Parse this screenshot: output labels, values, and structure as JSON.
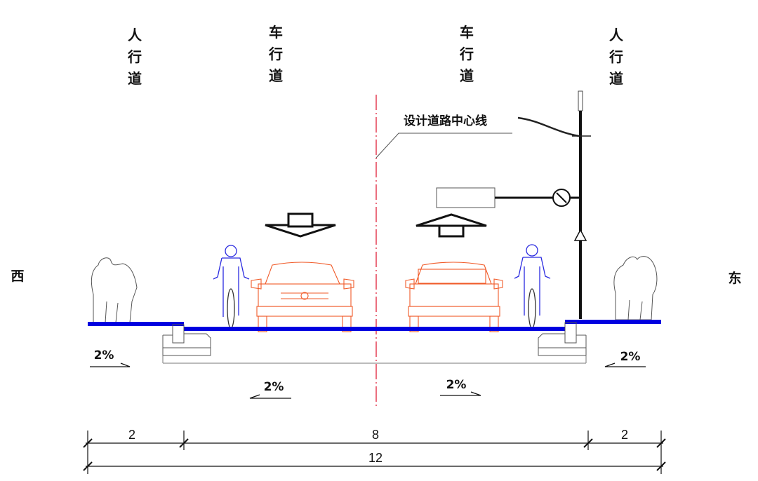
{
  "zone_labels": {
    "west_sidewalk": [
      "人",
      "行",
      "道"
    ],
    "west_carriageway": [
      "车",
      "行",
      "道"
    ],
    "east_carriageway": [
      "车",
      "行",
      "道"
    ],
    "east_sidewalk": [
      "人",
      "行",
      "道"
    ]
  },
  "directions": {
    "west": "西",
    "east": "东"
  },
  "centerline_label": "设计道路中心线",
  "slopes": {
    "west_sidewalk": "2%",
    "west_carriageway": "2%",
    "east_carriageway": "2%",
    "east_sidewalk": "2%"
  },
  "dimensions": {
    "west_sidewalk_width": "2",
    "carriageway_width": "8",
    "east_sidewalk_width": "2",
    "total_width": "12"
  },
  "colors": {
    "pavement": "#0000e0",
    "centerline": "#e0203a",
    "vehicle": "#f05a28",
    "cyclist": "#2a2ae0",
    "pedestrian": "#555555"
  }
}
